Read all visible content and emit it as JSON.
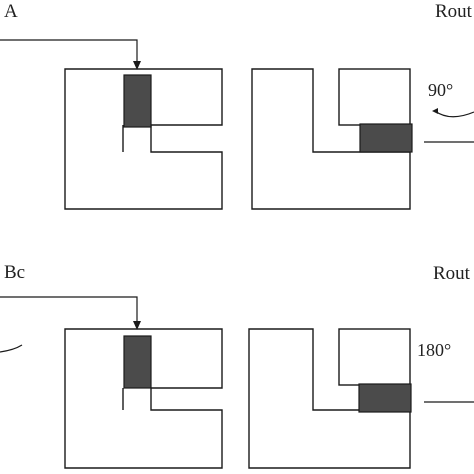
{
  "rows": [
    {
      "label": "A",
      "route_label": "Rout",
      "angle": "90°"
    },
    {
      "label": "Bc",
      "route_label": "Rout",
      "angle": "180°"
    }
  ],
  "colors": {
    "outline": "#1a1a1a",
    "part_fill": "#4b4b4b",
    "background": "#ffffff"
  }
}
